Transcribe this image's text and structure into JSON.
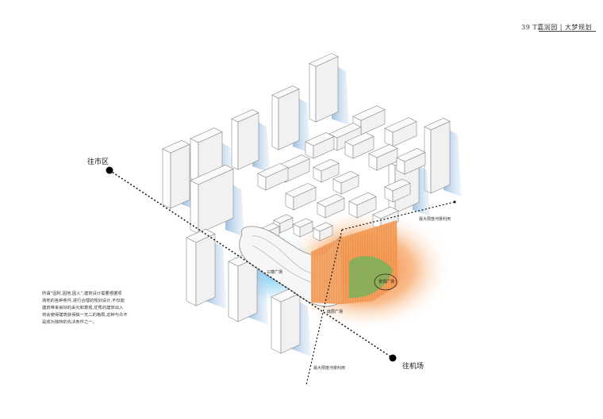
{
  "header": {
    "page_number": "39",
    "brand": "T嘉润园 | 大梦规划"
  },
  "labels": {
    "to_city": "往市区",
    "to_airport": "往机场",
    "max_depth_top": "最大限度河景利用",
    "max_depth_bottom": "最大限度河景利用",
    "plaza_left": "三楼广场",
    "plaza_center": "底层广场",
    "plaza_right": "景观广场"
  },
  "description": [
    "所谓“因时,因地,因人”,建筑设计需要根据项",
    "场地的各种条件,进行合理的规划设计,不仅能",
    "建筑带来良好的采光和景观,优秀的建筑出入",
    "将会使得建筑获得独一无二的格局,这种与众不",
    "是成为独特的先决条件之一。"
  ],
  "colors": {
    "axis_line": "#111111",
    "orange": "#f07a2a",
    "blue": "#7fd0f5",
    "shadow": "#8fb4d8"
  }
}
